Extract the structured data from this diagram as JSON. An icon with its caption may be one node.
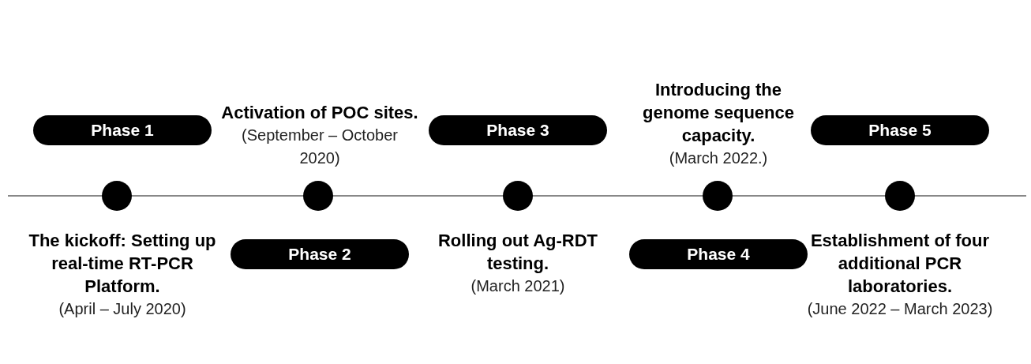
{
  "diagram": {
    "nodes": [
      {
        "text": [
          "Phase 1"
        ],
        "beside": [
          "The kickoff: Setting up real-time RT-PCR Platform.",
          "(April – July 2020)"
        ]
      },
      {
        "text": [],
        "shape": "circle"
      },
      {
        "text": [
          "Phase 2"
        ],
        "beside": [
          "Activation of POC sites.",
          "(September – October 2020)"
        ]
      },
      {
        "text": [],
        "shape": "circle"
      },
      {
        "text": [
          "Phase 3"
        ],
        "beside": [
          "Rolling out Ag-RDT testing.",
          "(March 2021)"
        ]
      },
      {
        "text": [],
        "shape": "circle"
      },
      {
        "text": [
          "Phase 4"
        ],
        "beside": [
          "Introducing the genome sequence capacity.",
          "(March 2022.)"
        ]
      },
      {
        "text": [],
        "shape": "circle"
      },
      {
        "text": [
          "Phase 5"
        ],
        "beside": [
          "Establishment of four additional PCR laboratories.",
          "(June 2022 – March 2023)"
        ]
      },
      {
        "text": [],
        "shape": "circle"
      }
    ],
    "edges": []
  }
}
